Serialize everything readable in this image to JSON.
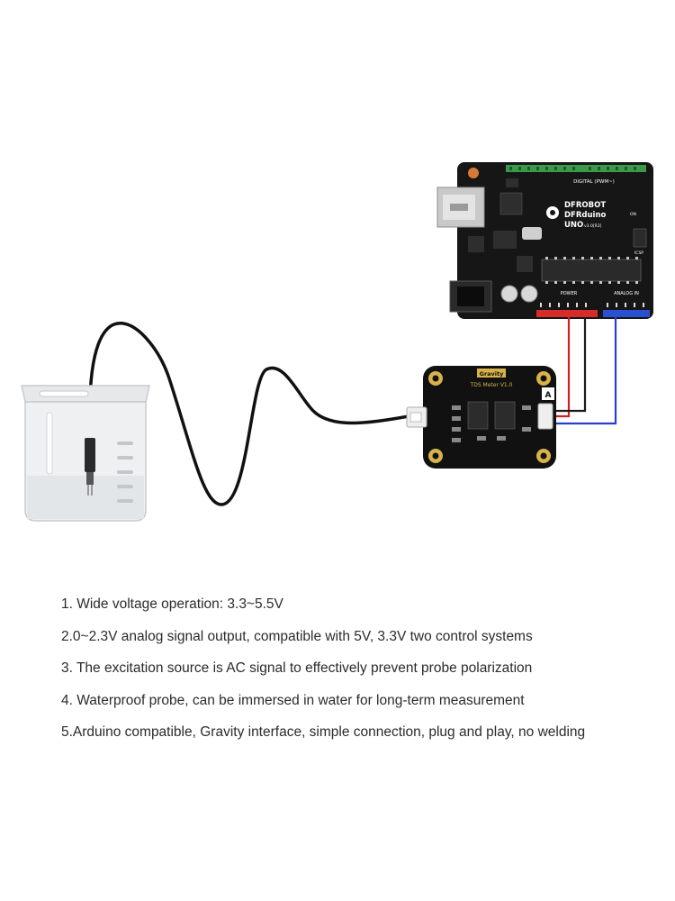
{
  "board": {
    "brand": "DFROBOT",
    "name": "DFRduino",
    "model": "UNO",
    "version": "v3.0[R3]",
    "digital_label": "DIGITAL (PWM~)",
    "power_label": "POWER",
    "analog_label": "ANALOG IN",
    "icsp_label": "ICSP",
    "on_label": "ON"
  },
  "module": {
    "brand": "Gravity",
    "name": "TDS Meter V1.0",
    "pin_label": "A"
  },
  "colors": {
    "wire_vcc": "#d42020",
    "wire_gnd": "#1a1a1a",
    "wire_signal": "#2a3fc9",
    "board": "#161616",
    "header_green": "#3a9a4a",
    "header_red": "#d72a2a",
    "header_blue": "#2a4fd0",
    "pcb_gold": "#d8b24a"
  },
  "features": [
    "1. Wide voltage operation: 3.3~5.5V",
    "2.0~2.3V analog signal output, compatible with 5V, 3.3V two control systems",
    "3. The excitation source is AC signal to effectively prevent probe polarization",
    "4. Waterproof probe, can be immersed in water for long-term measurement",
    "5.Arduino compatible, Gravity interface, simple connection, plug and play, no welding"
  ]
}
